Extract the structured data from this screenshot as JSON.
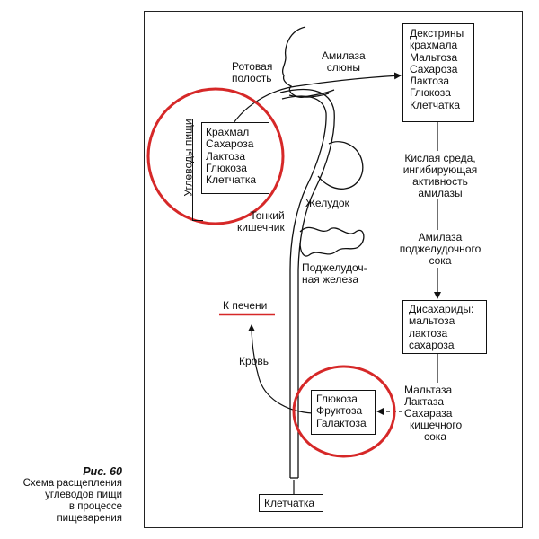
{
  "figure": {
    "number": "Рис. 60",
    "caption_lines": [
      "Схема расщепления",
      "углеводов пищи",
      "в процессе",
      "пищеварения"
    ]
  },
  "labels": {
    "mouth": [
      "Ротовая",
      "полость"
    ],
    "saliva_amylase": [
      "Амилаза",
      "слюны"
    ],
    "food_carbs": "Углеводы пищи",
    "stomach": "Желудок",
    "small_intestine": [
      "Тонкий",
      "кишечник"
    ],
    "pancreas": [
      "Поджелудоч-",
      "ная железа"
    ],
    "to_liver": "К печени",
    "blood": "Кровь",
    "acid_env": [
      "Кислая среда,",
      "ингибирующая",
      "активность",
      "амилазы"
    ],
    "pancreatic_amylase": [
      "Амилаза",
      "поджелудочного",
      "сока"
    ],
    "intestinal_enzymes": [
      "Мальтаза",
      "Лактаза",
      "Сахараза",
      "кишечного",
      "сока"
    ]
  },
  "boxes": {
    "food": [
      "Крахмал",
      "Сахароза",
      "Лактоза",
      "Глюкоза",
      "Клетчатка"
    ],
    "after_saliva": [
      "Декстрины",
      "крахмала",
      "Мальтоза",
      "Сахароза",
      "Лактоза",
      "Глюкоза",
      "Клетчатка"
    ],
    "disaccharides": [
      "Дисахариды:",
      "мальтоза",
      "лактоза",
      "сахароза"
    ],
    "monosaccharides": [
      "Глюкоза",
      "Фруктоза",
      "Галактоза"
    ],
    "fiber_end": "Клетчатка"
  },
  "colors": {
    "highlight": "#d62828",
    "ink": "#111111"
  }
}
